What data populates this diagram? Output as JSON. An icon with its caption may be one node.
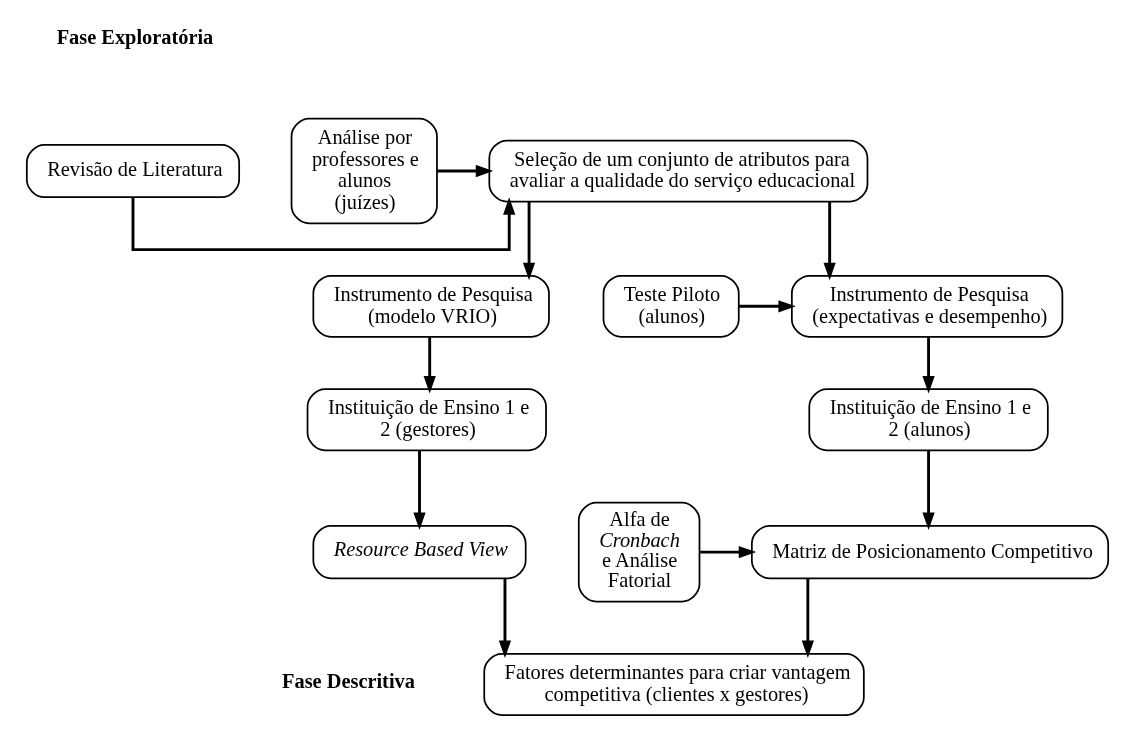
{
  "diagram": {
    "nodes": [
      {
        "text": [
          "Revisão de Literatura"
        ]
      },
      {
        "text": [
          "Seleção de um conjunto de atributos para avaliar a qualidade do serviço educacional"
        ]
      },
      {
        "text": [
          "Análise por professores e alunos (juízes)"
        ]
      },
      {
        "text": [
          "Instrumento de Pesquisa (modelo VRIO)"
        ]
      },
      {
        "text": [
          "Instrumento de Pesquisa (expectativas e desempenho)"
        ]
      },
      {
        "text": [
          "Teste Piloto (alunos)"
        ]
      },
      {
        "text": [
          "Instituição de Ensino 1 e 2 (gestores)"
        ]
      },
      {
        "text": [
          "Instituição de Ensino 1 e 2 (alunos)"
        ]
      },
      {
        "text": [
          "Alfa de *Cronbach* e Análise Fatorial"
        ]
      },
      {
        "text": [
          "Resource Based View"
        ]
      },
      {
        "text": [
          "Matriz de Posicionamento Competitivo"
        ]
      },
      {
        "text": [
          "Fatores determinantes para criar vantagem competitiva (clientes x gestores)"
        ]
      }
    ],
    "edges": [
      {
        "from": 0,
        "to": 1,
        "arrow": "to"
      },
      {
        "from": 2,
        "to": 1,
        "arrow": "to"
      },
      {
        "from": 1,
        "to": 3,
        "arrow": "to"
      },
      {
        "from": 1,
        "to": 4,
        "arrow": "to"
      },
      {
        "from": 5,
        "to": 4,
        "arrow": "to"
      },
      {
        "from": 3,
        "to": 6,
        "arrow": "to"
      },
      {
        "from": 4,
        "to": 7,
        "arrow": "to"
      },
      {
        "from": 6,
        "to": 9,
        "arrow": "to"
      },
      {
        "from": 7,
        "to": 10,
        "arrow": "to"
      },
      {
        "from": 8,
        "to": 10,
        "arrow": "to"
      },
      {
        "from": 9,
        "to": 11,
        "arrow": "to"
      },
      {
        "from": 10,
        "to": 11,
        "arrow": "to"
      }
    ],
    "labels": [
      "Fase Exploratória",
      "Fase Descritiva"
    ]
  }
}
